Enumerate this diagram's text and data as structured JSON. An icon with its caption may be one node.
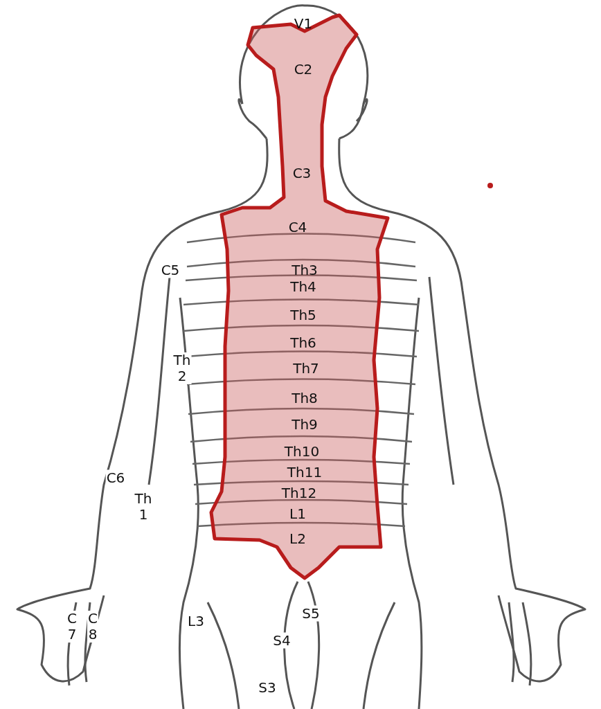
{
  "diagram": {
    "labels": [
      "V1",
      "C2",
      "C3",
      "C4",
      "C5",
      "Th3",
      "Th4",
      "Th5",
      "Th6",
      "Th 2",
      "Th7",
      "Th8",
      "Th9",
      "Th10",
      "C6",
      "Th11",
      "Th 1",
      "Th12",
      "L1",
      "L2",
      "C 7",
      "C 8",
      "S5",
      "L3",
      "S4",
      "S3"
    ]
  }
}
